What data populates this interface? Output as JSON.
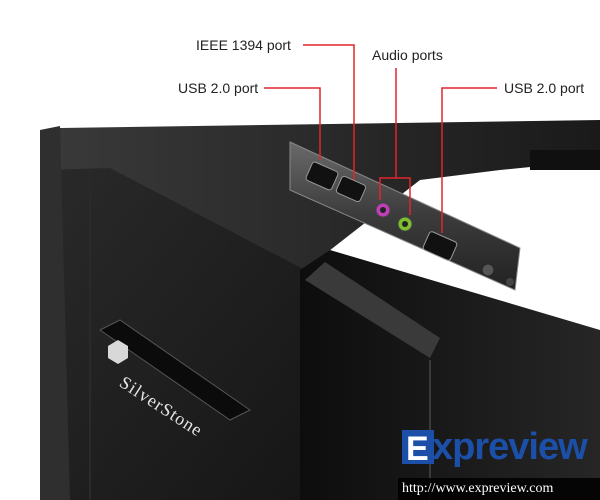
{
  "labels": {
    "ieee1394": "IEEE 1394 port",
    "usb_left": "USB 2.0 port",
    "audio": "Audio ports",
    "usb_right": "USB 2.0 port"
  },
  "brand_plate": {
    "text": "SilverStone"
  },
  "watermark": {
    "name_rest": "xpreview",
    "initial": "E",
    "url": "http://www.expreview.com"
  },
  "colors": {
    "callout_line": "#e0262b",
    "case_body": "#1c1c1c",
    "watermark_blue": "#1b4fa8"
  }
}
